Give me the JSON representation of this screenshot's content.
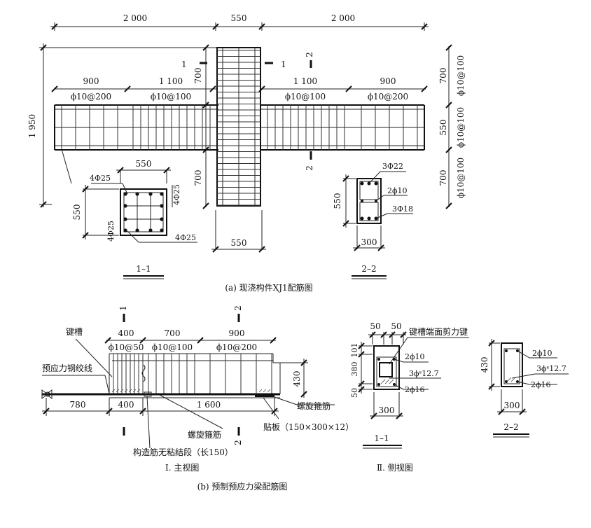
{
  "part_a": {
    "top_dims": [
      "2 000",
      "550",
      "2 000"
    ],
    "left_dim": "1 950",
    "beam_left_dims": [
      "900",
      "1 100"
    ],
    "beam_left_rebar": [
      "ϕ10@200",
      "ϕ10@100"
    ],
    "beam_right_dims": [
      "1 100",
      "900"
    ],
    "beam_right_rebar": [
      "ϕ10@100",
      "ϕ10@200"
    ],
    "col_upper_dim": "700",
    "col_lower_dim": "700",
    "col_width_dim": "550",
    "right_dims": [
      "700",
      "550",
      "700"
    ],
    "right_rebar": [
      "ϕ10@100",
      "ϕ10@100",
      "ϕ10@100"
    ],
    "cut_1_mark": "1",
    "cut_2_mark": "2",
    "section11": {
      "width_dim": "550",
      "height_dim": "550",
      "bar_labels": [
        "4Φ25",
        "4Φ25",
        "4Φ25",
        "4Φ25"
      ],
      "title": "1–1"
    },
    "section22": {
      "bar_labels": [
        "3Φ22",
        "2ϕ10",
        "3Φ18"
      ],
      "height_dim": "550",
      "width_dim": "300",
      "title": "2–2"
    },
    "caption": "(a) 现浇构件XJ1配筋图"
  },
  "part_b": {
    "dims_top": [
      "400",
      "700",
      "900"
    ],
    "rebar_top": [
      "ϕ10@50",
      "ϕ10@100",
      "ϕ10@200"
    ],
    "dims_bottom": [
      "780",
      "400",
      "1 600"
    ],
    "height_dim": "430",
    "label_groove": "键槽",
    "label_strand": "预应力钢绞线",
    "label_spiral_right": "螺旋箍筋",
    "label_spiral_bottom": "螺旋箍筋",
    "label_plate": "贴板（150×300×12）",
    "label_unbonded": "构造筋无粘结段（长150）",
    "cut_1_mark": "1",
    "cut_2_mark": "2",
    "front_title": "Ⅰ. 主视图",
    "side": {
      "top_dims": [
        "50",
        "50"
      ],
      "shear_key": "键槽端面剪力键",
      "left_dims": [
        "101",
        "380",
        "50"
      ],
      "bar_labels": [
        "2ϕ10",
        "3ϕˢ12.7",
        "2ϕ16"
      ],
      "width_dim": "300",
      "title": "1–1"
    },
    "side2": {
      "height_dim": "430",
      "bar_labels": [
        "2ϕ10",
        "3ϕˢ12.7",
        "2ϕ16"
      ],
      "width_dim": "300",
      "title": "2–2"
    },
    "side_title": "Ⅱ. 侧视图",
    "caption": "(b) 预制预应力梁配筋图"
  }
}
